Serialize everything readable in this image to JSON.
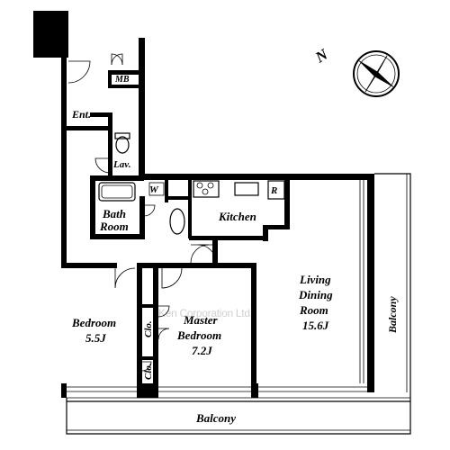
{
  "rooms": {
    "mb": "MB",
    "ent": "Ent.",
    "lav": "Lav.",
    "w": "W",
    "r": "R",
    "bath_line1": "Bath",
    "bath_line2": "Room",
    "kitchen": "Kitchen",
    "living_line1": "Living",
    "living_line2": "Dining",
    "living_line3": "Room",
    "living_size": "15.6J",
    "bedroom_name": "Bedroom",
    "bedroom_size": "5.5J",
    "master_line1": "Master",
    "master_line2": "Bedroom",
    "master_size": "7.2J",
    "clo_upper": "Clo.",
    "clo_lower": "Clo.",
    "balcony_east": "Balcony",
    "balcony_south": "Balcony"
  },
  "compass": {
    "label": "N"
  },
  "watermark": "Ken Corporation Ltd."
}
